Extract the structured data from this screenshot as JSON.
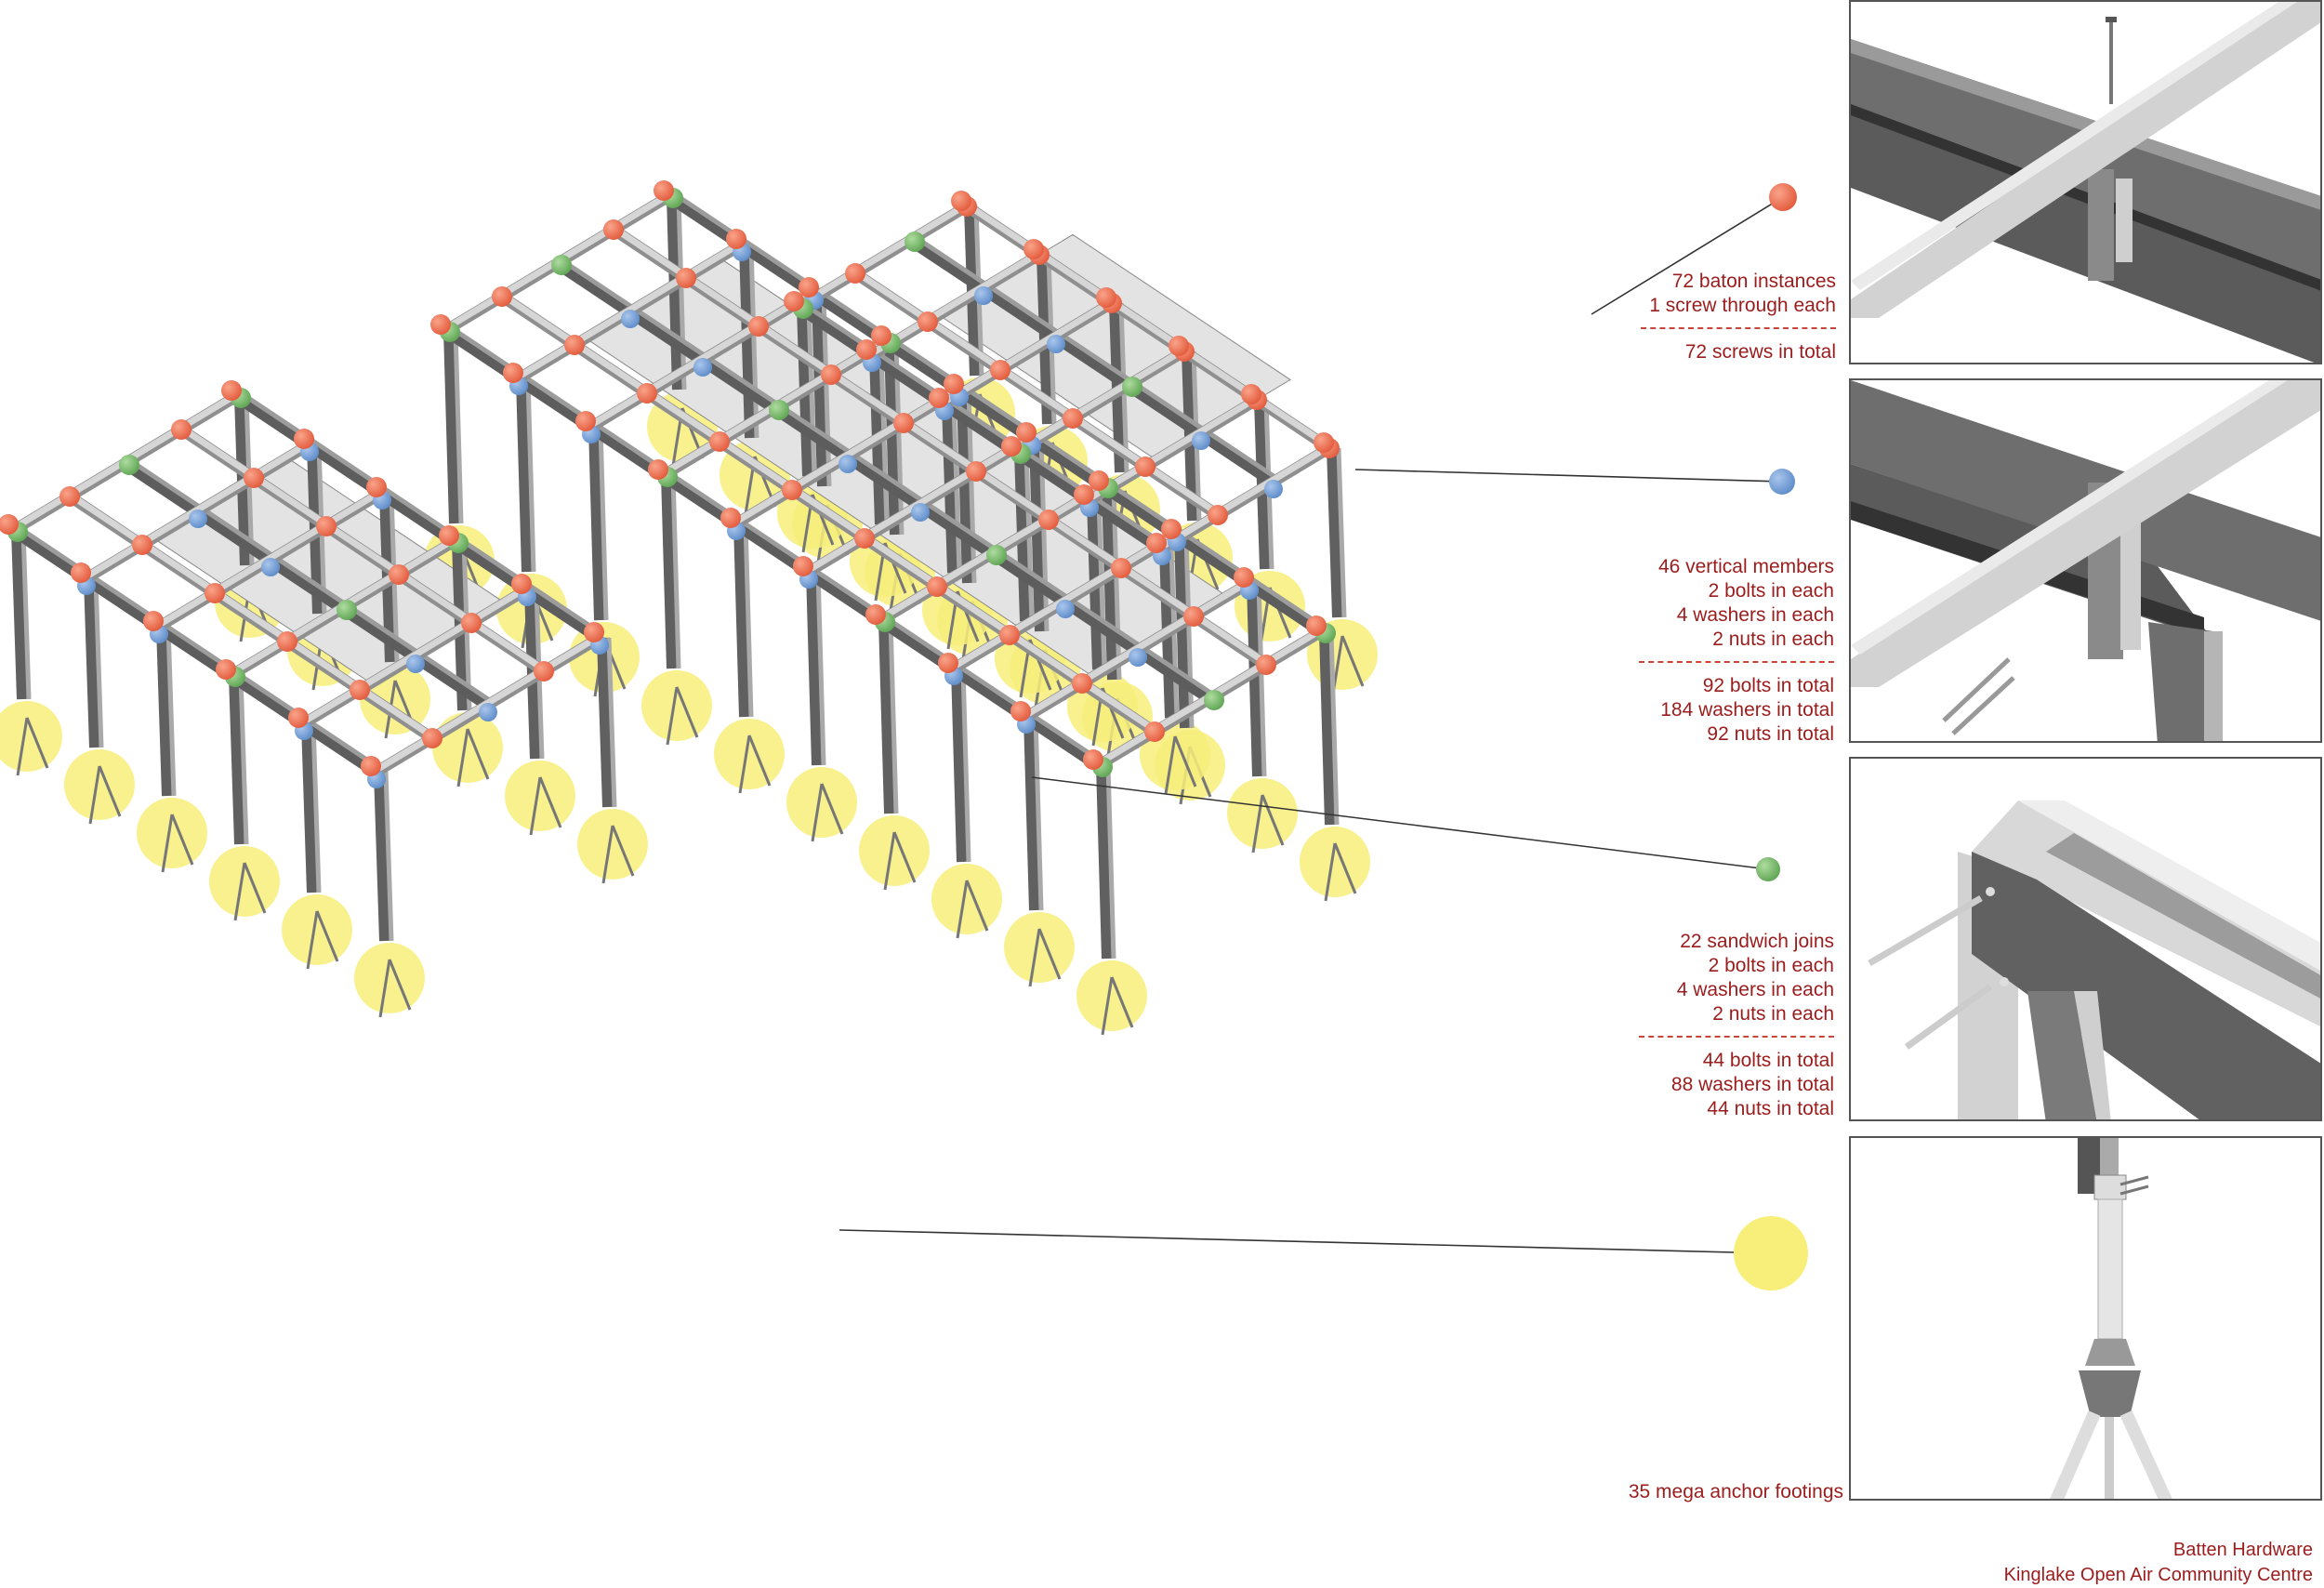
{
  "colors": {
    "baton": "#f0775a",
    "vertical": "#7fa8d8",
    "sandwich": "#86c27a",
    "footing": "#f7ef7a",
    "label": "#9b1c1c",
    "beam_dark": "#6b6b6b",
    "beam_light": "#cfcfcf"
  },
  "legend": [
    {
      "key": "baton",
      "icon": "red-dot-icon",
      "lines": [
        "72 baton instances",
        "1 screw through each"
      ],
      "totals": [
        "72 screws in total"
      ]
    },
    {
      "key": "vertical",
      "icon": "blue-dot-icon",
      "lines": [
        "46 vertical members",
        "2 bolts in each",
        "4 washers in each",
        "2 nuts in each"
      ],
      "totals": [
        "92 bolts in total",
        "184 washers in total",
        "92 nuts in total"
      ]
    },
    {
      "key": "sandwich",
      "icon": "green-dot-icon",
      "lines": [
        "22 sandwich joins",
        "2 bolts in each",
        "4 washers in each",
        "2 nuts in each"
      ],
      "totals": [
        "44 bolts in total",
        "88 washers in total",
        "44 nuts in total"
      ]
    },
    {
      "key": "footing",
      "icon": "yellow-dot-icon",
      "lines": [
        "35 mega anchor footings"
      ],
      "totals": []
    }
  ],
  "footer": {
    "line1": "Batten Hardware",
    "line2": "Kinglake Open Air Community Centre"
  }
}
